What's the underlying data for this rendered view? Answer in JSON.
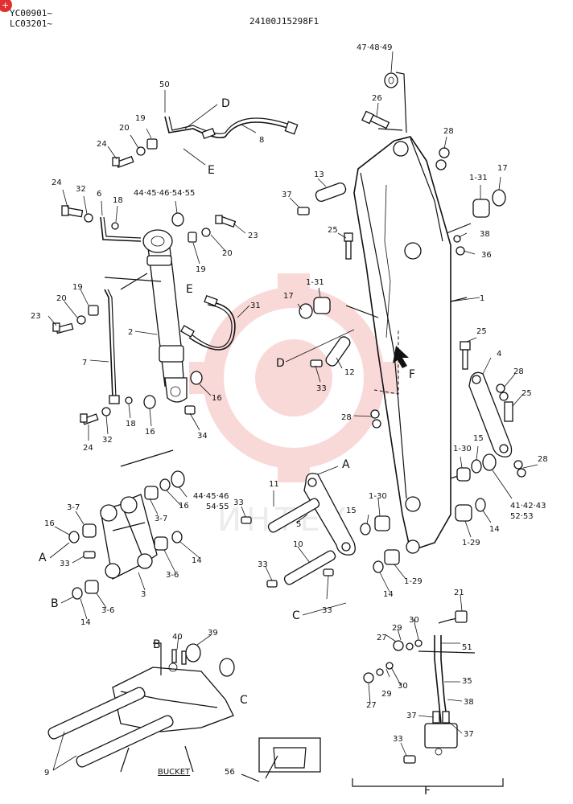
{
  "header": {
    "serial_1": "YC00901~",
    "serial_2": "LC03201~",
    "drawing_number": "24100J15298F1"
  },
  "badge": {
    "text": "+"
  },
  "watermark": {
    "text": "ИНТЕХ"
  },
  "bucket_label": "BUCKET",
  "callouts": {
    "D": "D",
    "E": "E",
    "A": "A",
    "B": "B",
    "C": "C",
    "F": "F"
  },
  "part_labels": {
    "p47_48_49": "47·48·49",
    "p26": "26",
    "p28a": "28",
    "p13": "13",
    "p37a": "37",
    "p1_31a": "1-31",
    "p17a": "17",
    "p38a": "38",
    "p36": "36",
    "p25a": "25",
    "p1_31b": "1-31",
    "p17b": "17",
    "p1": "1",
    "p25b": "25",
    "p4": "4",
    "p28b": "28",
    "p25c": "25",
    "p12": "12",
    "p33a": "33",
    "p28c": "28",
    "p1_30a": "1-30",
    "p15a": "15",
    "p28d": "28",
    "p41_42_43": "41·42·43",
    "p52_53": "52·53",
    "p14a": "14",
    "p1_29a": "1-29",
    "p50": "50",
    "p19a": "19",
    "p20a": "20",
    "p24a": "24",
    "p8": "8",
    "p24b": "24",
    "p32a": "32",
    "p6": "6",
    "p18a": "18",
    "p44_45_46_54_55": "44·45·46·54·55",
    "p23a": "23",
    "p20b": "20",
    "p19b": "19",
    "p19c": "19",
    "p20c": "20",
    "p23b": "23",
    "p7": "7",
    "p2": "2",
    "p31": "31",
    "p16a": "16",
    "p18b": "18",
    "p16b": "16",
    "p24c": "24",
    "p32b": "32",
    "p34": "34",
    "p11": "11",
    "p33b": "33",
    "p5": "5",
    "p1_30b": "1-30",
    "p15b": "15",
    "p3_7a": "3-7",
    "p16c": "16",
    "p33c": "33",
    "p3_7b": "3-7",
    "p16d": "16",
    "p44_45_46": "44·45·46",
    "p54_55": "54·55",
    "p14b": "14",
    "p3_6a": "3-6",
    "p3": "3",
    "p14c": "14",
    "p3_6b": "3-6",
    "p10": "10",
    "p33d": "33",
    "p33e": "33",
    "p14d": "14",
    "p1_29b": "1-29",
    "p21": "21",
    "p29a": "29",
    "p30a": "30",
    "p27a": "27",
    "p51": "51",
    "p29b": "29",
    "p30b": "30",
    "p35": "35",
    "p27b": "27",
    "p38b": "38",
    "p37b": "37",
    "p37c": "37",
    "p33f": "33",
    "p40": "40",
    "p39": "39",
    "p9": "9",
    "p56": "56"
  }
}
